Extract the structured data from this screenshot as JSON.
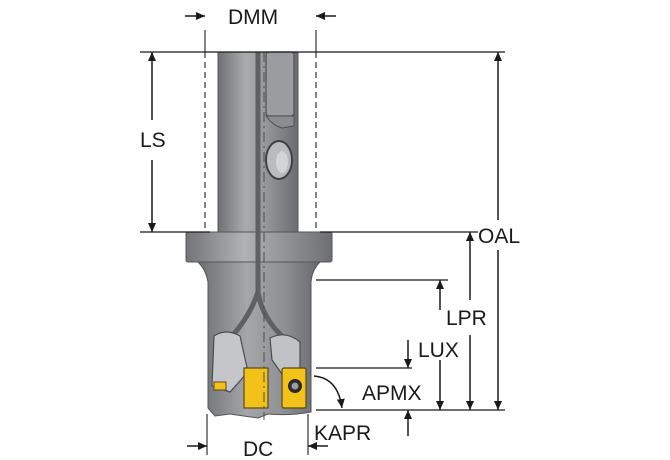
{
  "labels": {
    "dmm": "DMM",
    "ls": "LS",
    "oal": "OAL",
    "lpr": "LPR",
    "lux": "LUX",
    "apmx": "APMX",
    "kapr": "KAPR",
    "dc": "DC"
  },
  "colors": {
    "tool_body": "#8d8f92",
    "tool_body_light": "#b3b5b8",
    "tool_body_dark": "#5e6063",
    "insert_yellow": "#f2c21b",
    "dimension_line": "#1a1a1a",
    "centerline": "#555555"
  }
}
